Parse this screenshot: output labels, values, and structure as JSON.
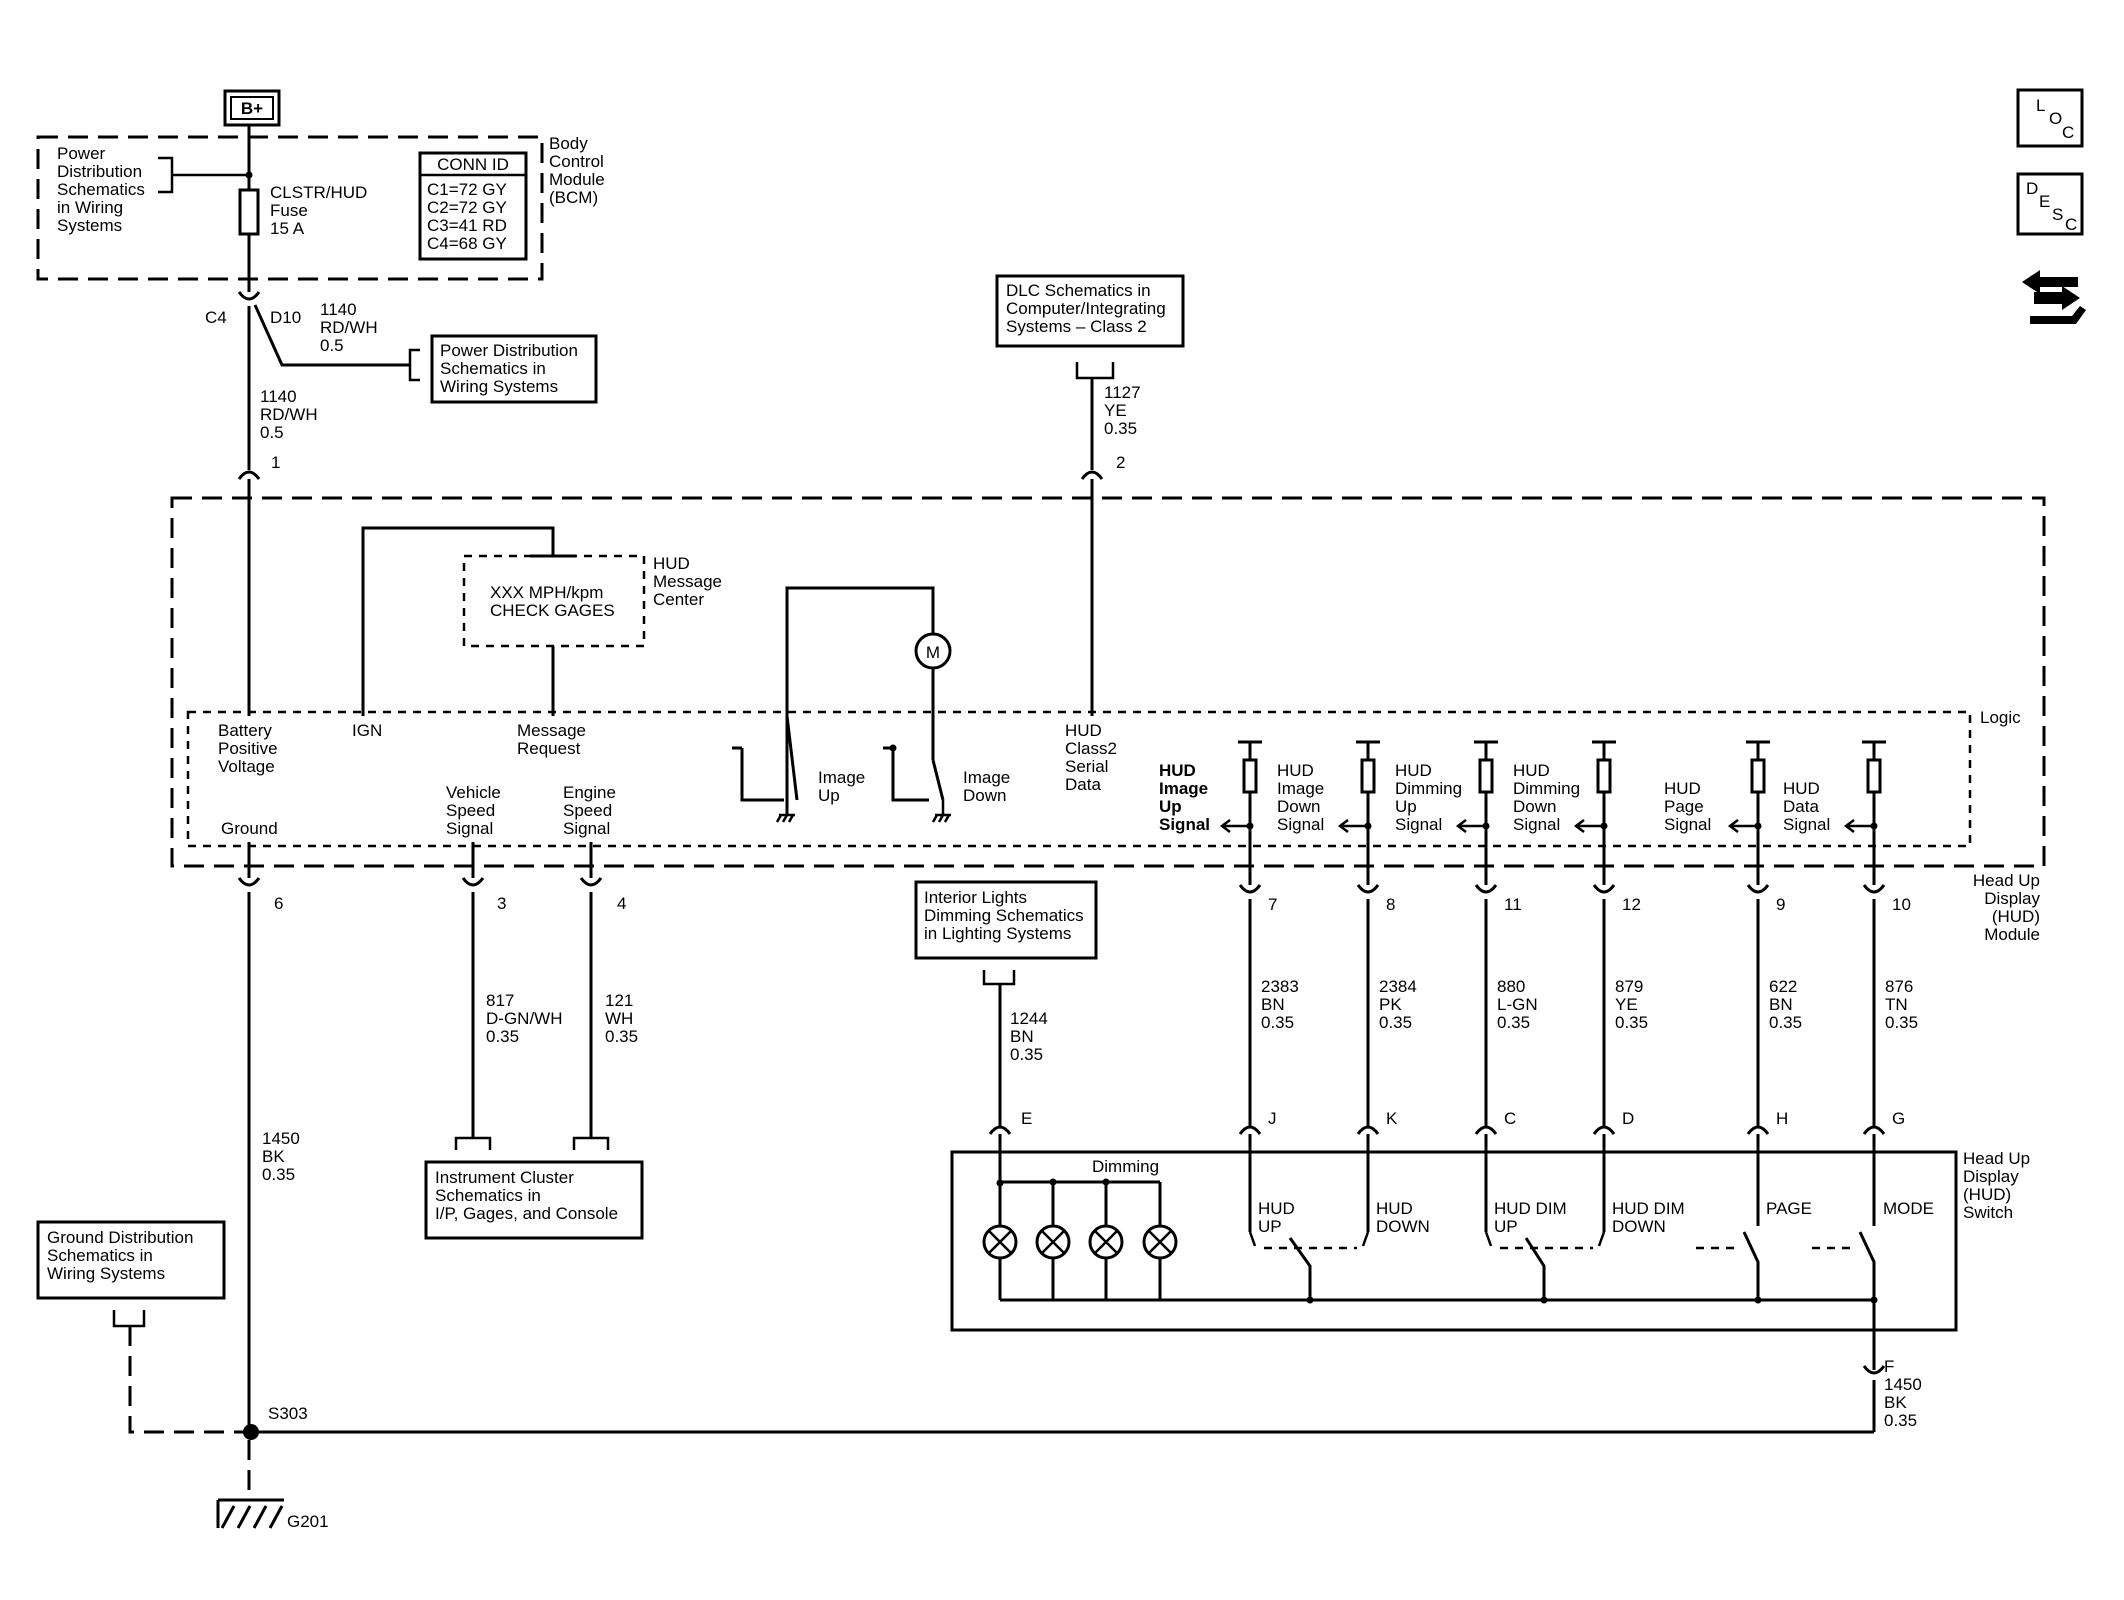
{
  "b_plus": "B+",
  "body_control_module": [
    "Body",
    "Control",
    "Module",
    "(BCM)"
  ],
  "power_dist_top": [
    "Power",
    "Distribution",
    "Schematics",
    "in Wiring",
    "Systems"
  ],
  "fuse": [
    "CLSTR/HUD",
    "Fuse",
    "15 A"
  ],
  "conn_id": {
    "title": "CONN ID",
    "rows": [
      "C1=72 GY",
      "C2=72 GY",
      "C3=41 RD",
      "C4=68 GY"
    ]
  },
  "c4": "C4",
  "d10": "D10",
  "wire_1140_a": [
    "1140",
    "RD/WH",
    "0.5"
  ],
  "power_dist_box": [
    "Power Distribution",
    "Schematics in",
    "Wiring Systems"
  ],
  "wire_1140_b": [
    "1140",
    "RD/WH",
    "0.5"
  ],
  "pin_1": "1",
  "dlc_box": [
    "DLC Schematics in",
    "Computer/Integrating",
    "Systems – Class 2"
  ],
  "wire_1127": [
    "1127",
    "YE",
    "0.35"
  ],
  "pin_2": "2",
  "hud_message_center": [
    "HUD",
    "Message",
    "Center"
  ],
  "message_display": [
    "XXX MPH/kpm",
    "CHECK GAGES"
  ],
  "logic": "Logic",
  "hud_module": [
    "Head Up",
    "Display",
    "(HUD)",
    "Module"
  ],
  "hud_switch": [
    "Head Up",
    "Display",
    "(HUD)",
    "Switch"
  ],
  "battery_positive_voltage": [
    "Battery",
    "Positive",
    "Voltage"
  ],
  "ign": "IGN",
  "message_request": [
    "Message",
    "Request"
  ],
  "image_up": [
    "Image",
    "Up"
  ],
  "image_down": [
    "Image",
    "Down"
  ],
  "hud_class2": [
    "HUD",
    "Class2",
    "Serial",
    "Data"
  ],
  "ground": "Ground",
  "vehicle_speed_signal": [
    "Vehicle",
    "Speed",
    "Signal"
  ],
  "engine_speed_signal": [
    "Engine",
    "Speed",
    "Signal"
  ],
  "signals": [
    {
      "label": [
        "HUD",
        "Image",
        "Up",
        "Signal"
      ],
      "pin": "7",
      "wire": [
        "2383",
        "BN",
        "0.35"
      ],
      "sw_pin": "J"
    },
    {
      "label": [
        "HUD",
        "Image",
        "Down",
        "Signal"
      ],
      "pin": "8",
      "wire": [
        "2384",
        "PK",
        "0.35"
      ],
      "sw_pin": "K"
    },
    {
      "label": [
        "HUD",
        "Dimming",
        "Up",
        "Signal"
      ],
      "pin": "11",
      "wire": [
        "880",
        "L-GN",
        "0.35"
      ],
      "sw_pin": "C"
    },
    {
      "label": [
        "HUD",
        "Dimming",
        "Down",
        "Signal"
      ],
      "pin": "12",
      "wire": [
        "879",
        "YE",
        "0.35"
      ],
      "sw_pin": "D"
    },
    {
      "label": [
        "HUD",
        "Page",
        "Signal"
      ],
      "pin": "9",
      "wire": [
        "622",
        "BN",
        "0.35"
      ],
      "sw_pin": "H"
    },
    {
      "label": [
        "HUD",
        "Data",
        "Signal"
      ],
      "pin": "10",
      "wire": [
        "876",
        "TN",
        "0.35"
      ],
      "sw_pin": "G"
    }
  ],
  "pin_6": "6",
  "pin_3": "3",
  "pin_4": "4",
  "wire_817": [
    "817",
    "D-GN/WH",
    "0.35"
  ],
  "wire_121": [
    "121",
    "WH",
    "0.35"
  ],
  "wire_1450_a": [
    "1450",
    "BK",
    "0.35"
  ],
  "instrument_cluster_box": [
    "Instrument Cluster",
    "Schematics in",
    "I/P, Gages, and Console"
  ],
  "interior_lights_box": [
    "Interior Lights",
    "Dimming Schematics",
    "in Lighting Systems"
  ],
  "wire_1244": [
    "1244",
    "BN",
    "0.35"
  ],
  "pin_e": "E",
  "dimming": "Dimming",
  "switch_labels": {
    "hud_up": [
      "HUD",
      "UP"
    ],
    "hud_down": [
      "HUD",
      "DOWN"
    ],
    "hud_dim_up": [
      "HUD DIM",
      "UP"
    ],
    "hud_dim_down": [
      "HUD DIM",
      "DOWN"
    ],
    "page": "PAGE",
    "mode": "MODE"
  },
  "pin_f": "F",
  "wire_1450_b": [
    "1450",
    "BK",
    "0.35"
  ],
  "ground_dist_box": [
    "Ground Distribution",
    "Schematics in",
    "Wiring Systems"
  ],
  "s303": "S303",
  "g201": "G201",
  "motor": "M",
  "icon_loc": [
    "L",
    "O",
    "C"
  ],
  "icon_desc": [
    "D",
    "E",
    "S",
    "C"
  ],
  "icon_loc_name": "loc-icon",
  "icon_desc_name": "desc-icon",
  "icon_nav_name": "navigation-arrows-icon"
}
